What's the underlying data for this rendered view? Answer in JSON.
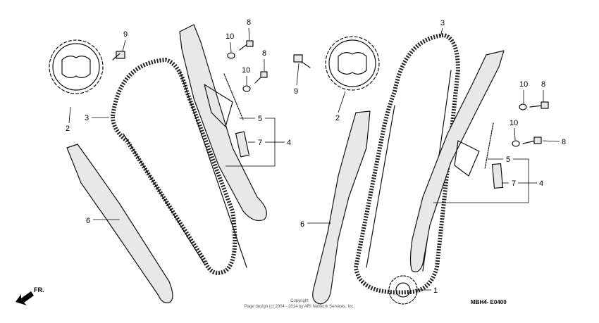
{
  "callouts": {
    "c1": "1",
    "c2a": "2",
    "c2b": "2",
    "c3a": "3",
    "c3b": "3",
    "c4a": "4",
    "c4b": "4",
    "c5a": "5",
    "c5b": "5",
    "c6a": "6",
    "c6b": "6",
    "c7a": "7",
    "c7b": "7",
    "c8a": "8",
    "c8b": "8",
    "c8c": "8",
    "c8d": "8",
    "c9a": "9",
    "c9b": "9",
    "c10a": "10",
    "c10b": "10",
    "c10c": "10",
    "c10d": "10"
  },
  "diagram_code": "MBH4- E0400",
  "front_indicator": "FR.",
  "copyright_line1": "Copyright",
  "copyright_line2": "Page design (c) 2004 - 2014 by ARI Network Services, Inc."
}
